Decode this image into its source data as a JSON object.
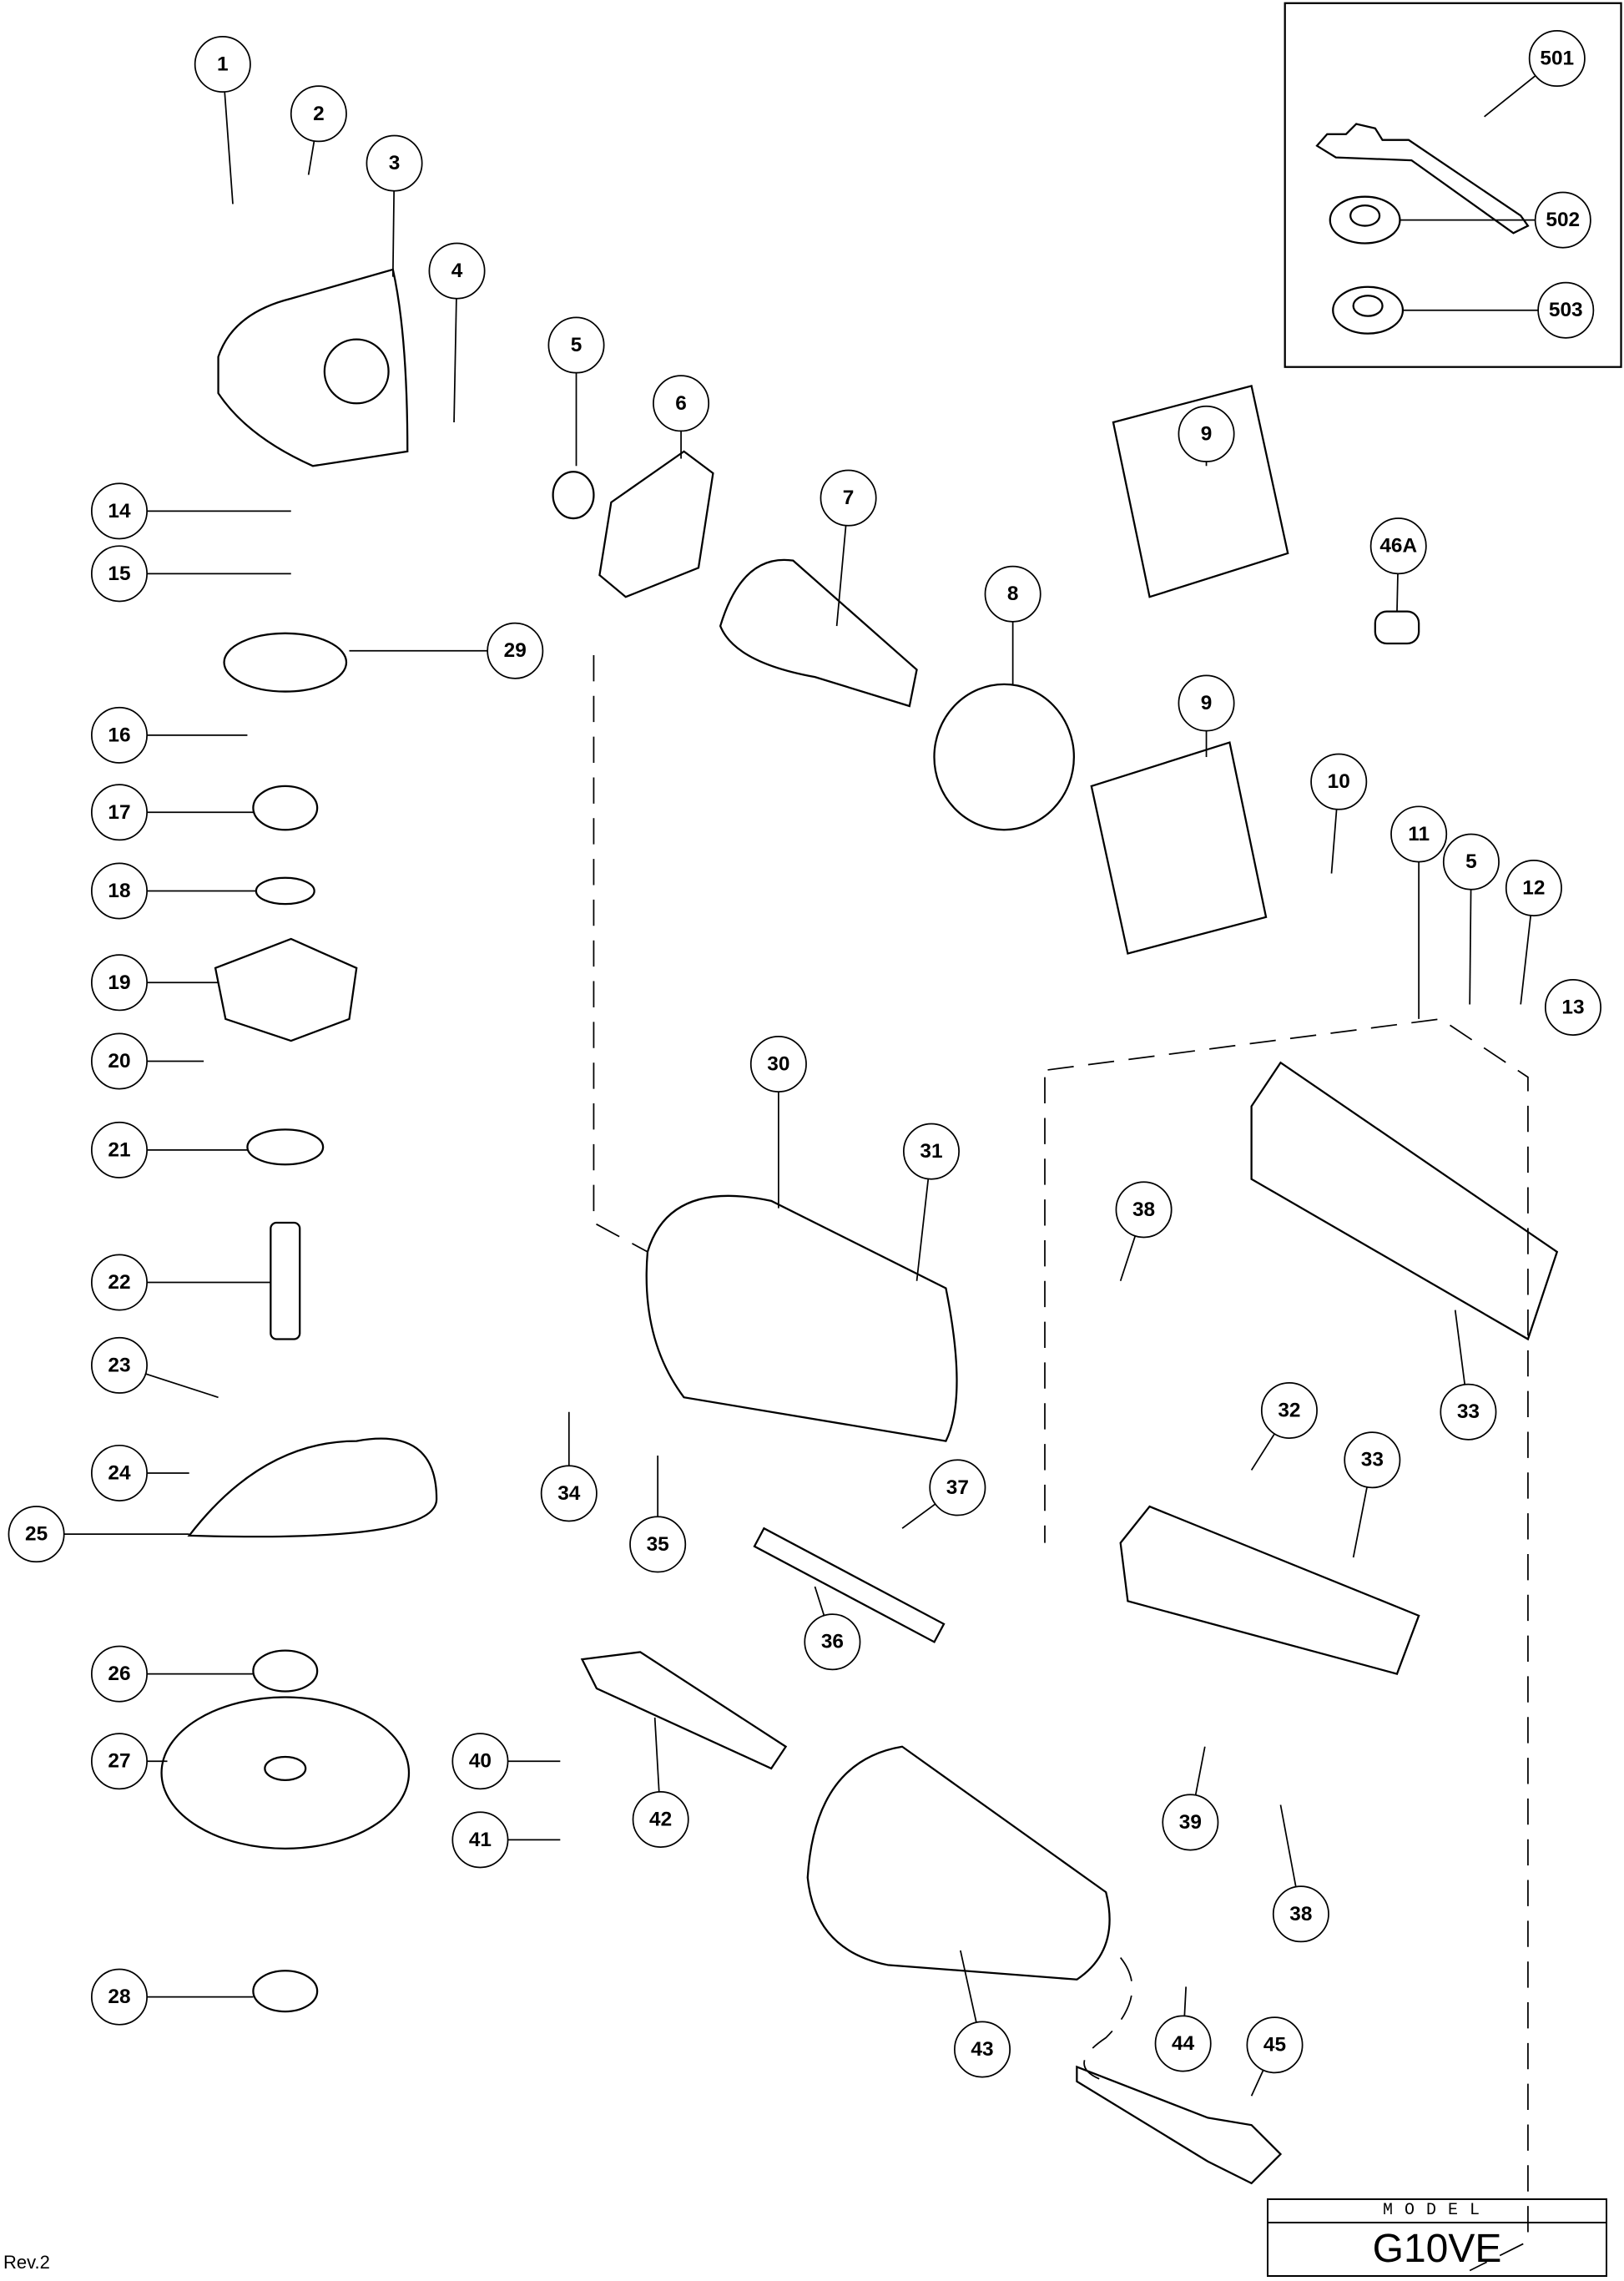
{
  "title_block": {
    "model_label": "MODEL",
    "model": "G10VE",
    "revision": "Rev.2"
  },
  "callouts": [
    "1",
    "2",
    "3",
    "4",
    "5",
    "6",
    "7",
    "8",
    "9",
    "46A",
    "9",
    "10",
    "11",
    "5",
    "12",
    "13",
    "14",
    "15",
    "29",
    "16",
    "17",
    "18",
    "19",
    "20",
    "21",
    "22",
    "23",
    "24",
    "25",
    "26",
    "27",
    "28",
    "30",
    "31",
    "38",
    "33",
    "32",
    "33",
    "34",
    "35",
    "37",
    "36",
    "40",
    "41",
    "42",
    "39",
    "38",
    "43",
    "44",
    "45",
    "501",
    "502",
    "503"
  ]
}
